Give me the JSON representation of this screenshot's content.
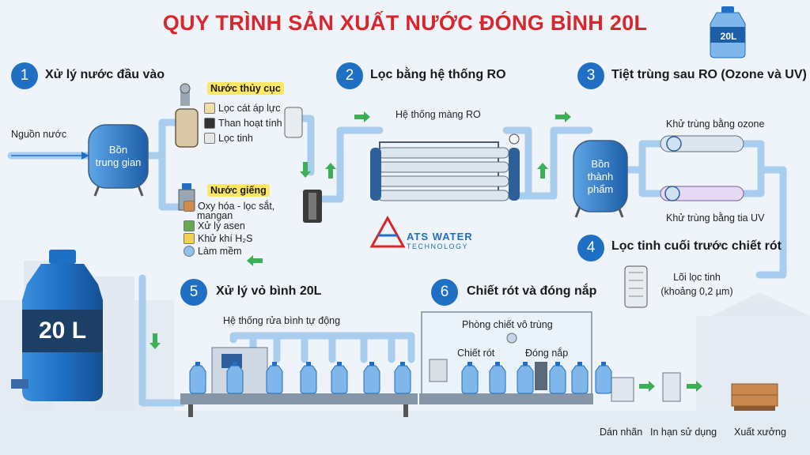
{
  "title": "QUY TRÌNH SẢN XUẤT NƯỚC ĐÓNG BÌNH 20L",
  "badge_20l_small": "20L",
  "badge_20l_big": "20 L",
  "brand": {
    "line1": "ATS WATER",
    "line2": "TECHNOLOGY"
  },
  "steps": [
    {
      "num": "1",
      "label": "Xử lý nước đầu vào"
    },
    {
      "num": "2",
      "label": "Lọc bằng hệ thống RO"
    },
    {
      "num": "3",
      "label": "Tiệt trùng sau RO (Ozone và UV)"
    },
    {
      "num": "4",
      "label": "Lọc tinh cuối trước chiết rót"
    },
    {
      "num": "5",
      "label": "Xử lý vỏ bình 20L"
    },
    {
      "num": "6",
      "label": "Chiết rót và đóng nắp"
    }
  ],
  "stage1": {
    "source": "Nguồn nước",
    "tank_line1": "Bồn",
    "tank_line2": "trung gian",
    "city_title": "Nước thủy cục",
    "city_items": [
      "Lọc cát áp lực",
      "Than hoạt tính",
      "Lọc tinh"
    ],
    "well_title": "Nước giếng",
    "well_items": [
      "Oxy hóa - lọc sắt,",
      "mangan",
      "Xử lý asen",
      "Khử khí H₂S",
      "Làm mềm"
    ]
  },
  "stage2": {
    "membrane": "Hệ thống màng RO"
  },
  "stage3": {
    "tank_line1": "Bồn",
    "tank_line2": "thành",
    "tank_line3": "phẩm",
    "ozone": "Khử trùng bằng ozone",
    "uv": "Khử trùng bằng tia UV"
  },
  "stage4": {
    "filter_line1": "Lõi lọc tinh",
    "filter_line2": "(khoảng 0,2 µm)"
  },
  "stage5": {
    "washer": "Hệ thống rửa bình tự động"
  },
  "stage6": {
    "room": "Phòng chiết vô trùng",
    "fill": "Chiết rót",
    "cap": "Đóng nắp",
    "label": "Dán nhãn",
    "date": "In hạn sử dụng",
    "ship": "Xuất xưởng"
  },
  "colors": {
    "title": "#d8262b",
    "step_circle": "#1f6fc4",
    "pipe": "#a9cdee",
    "tank": "#1f6fc4",
    "arrow": "#3cb054"
  }
}
